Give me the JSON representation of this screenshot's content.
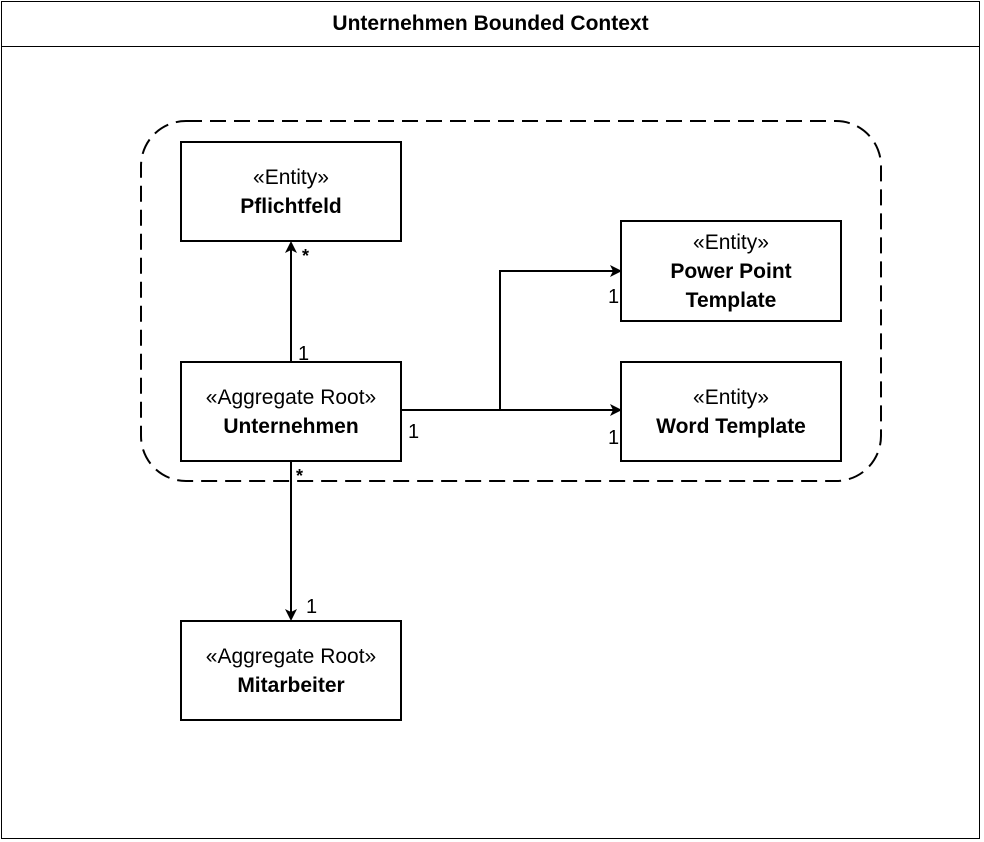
{
  "diagram": {
    "title": "Unternehmen Bounded Context",
    "nodes": [
      {
        "id": "pflichtfeld",
        "stereotype": "«Entity»",
        "name": "Pflichtfeld"
      },
      {
        "id": "unternehmen",
        "stereotype": "«Aggregate Root»",
        "name": "Unternehmen"
      },
      {
        "id": "powerpoint",
        "stereotype": "«Entity»",
        "name": "Power Point Template"
      },
      {
        "id": "word",
        "stereotype": "«Entity»",
        "name": "Word Template"
      },
      {
        "id": "mitarbeiter",
        "stereotype": "«Aggregate Root»",
        "name": "Mitarbeiter"
      }
    ],
    "edges": [
      {
        "from": "unternehmen",
        "to": "pflichtfeld",
        "source_mult": "1",
        "target_mult": "*"
      },
      {
        "from": "unternehmen",
        "to": "powerpoint",
        "source_mult": "1",
        "target_mult": "1"
      },
      {
        "from": "unternehmen",
        "to": "word",
        "source_mult": "1",
        "target_mult": "1"
      },
      {
        "from": "unternehmen",
        "to": "mitarbeiter",
        "source_mult": "*",
        "target_mult": "1"
      }
    ]
  }
}
